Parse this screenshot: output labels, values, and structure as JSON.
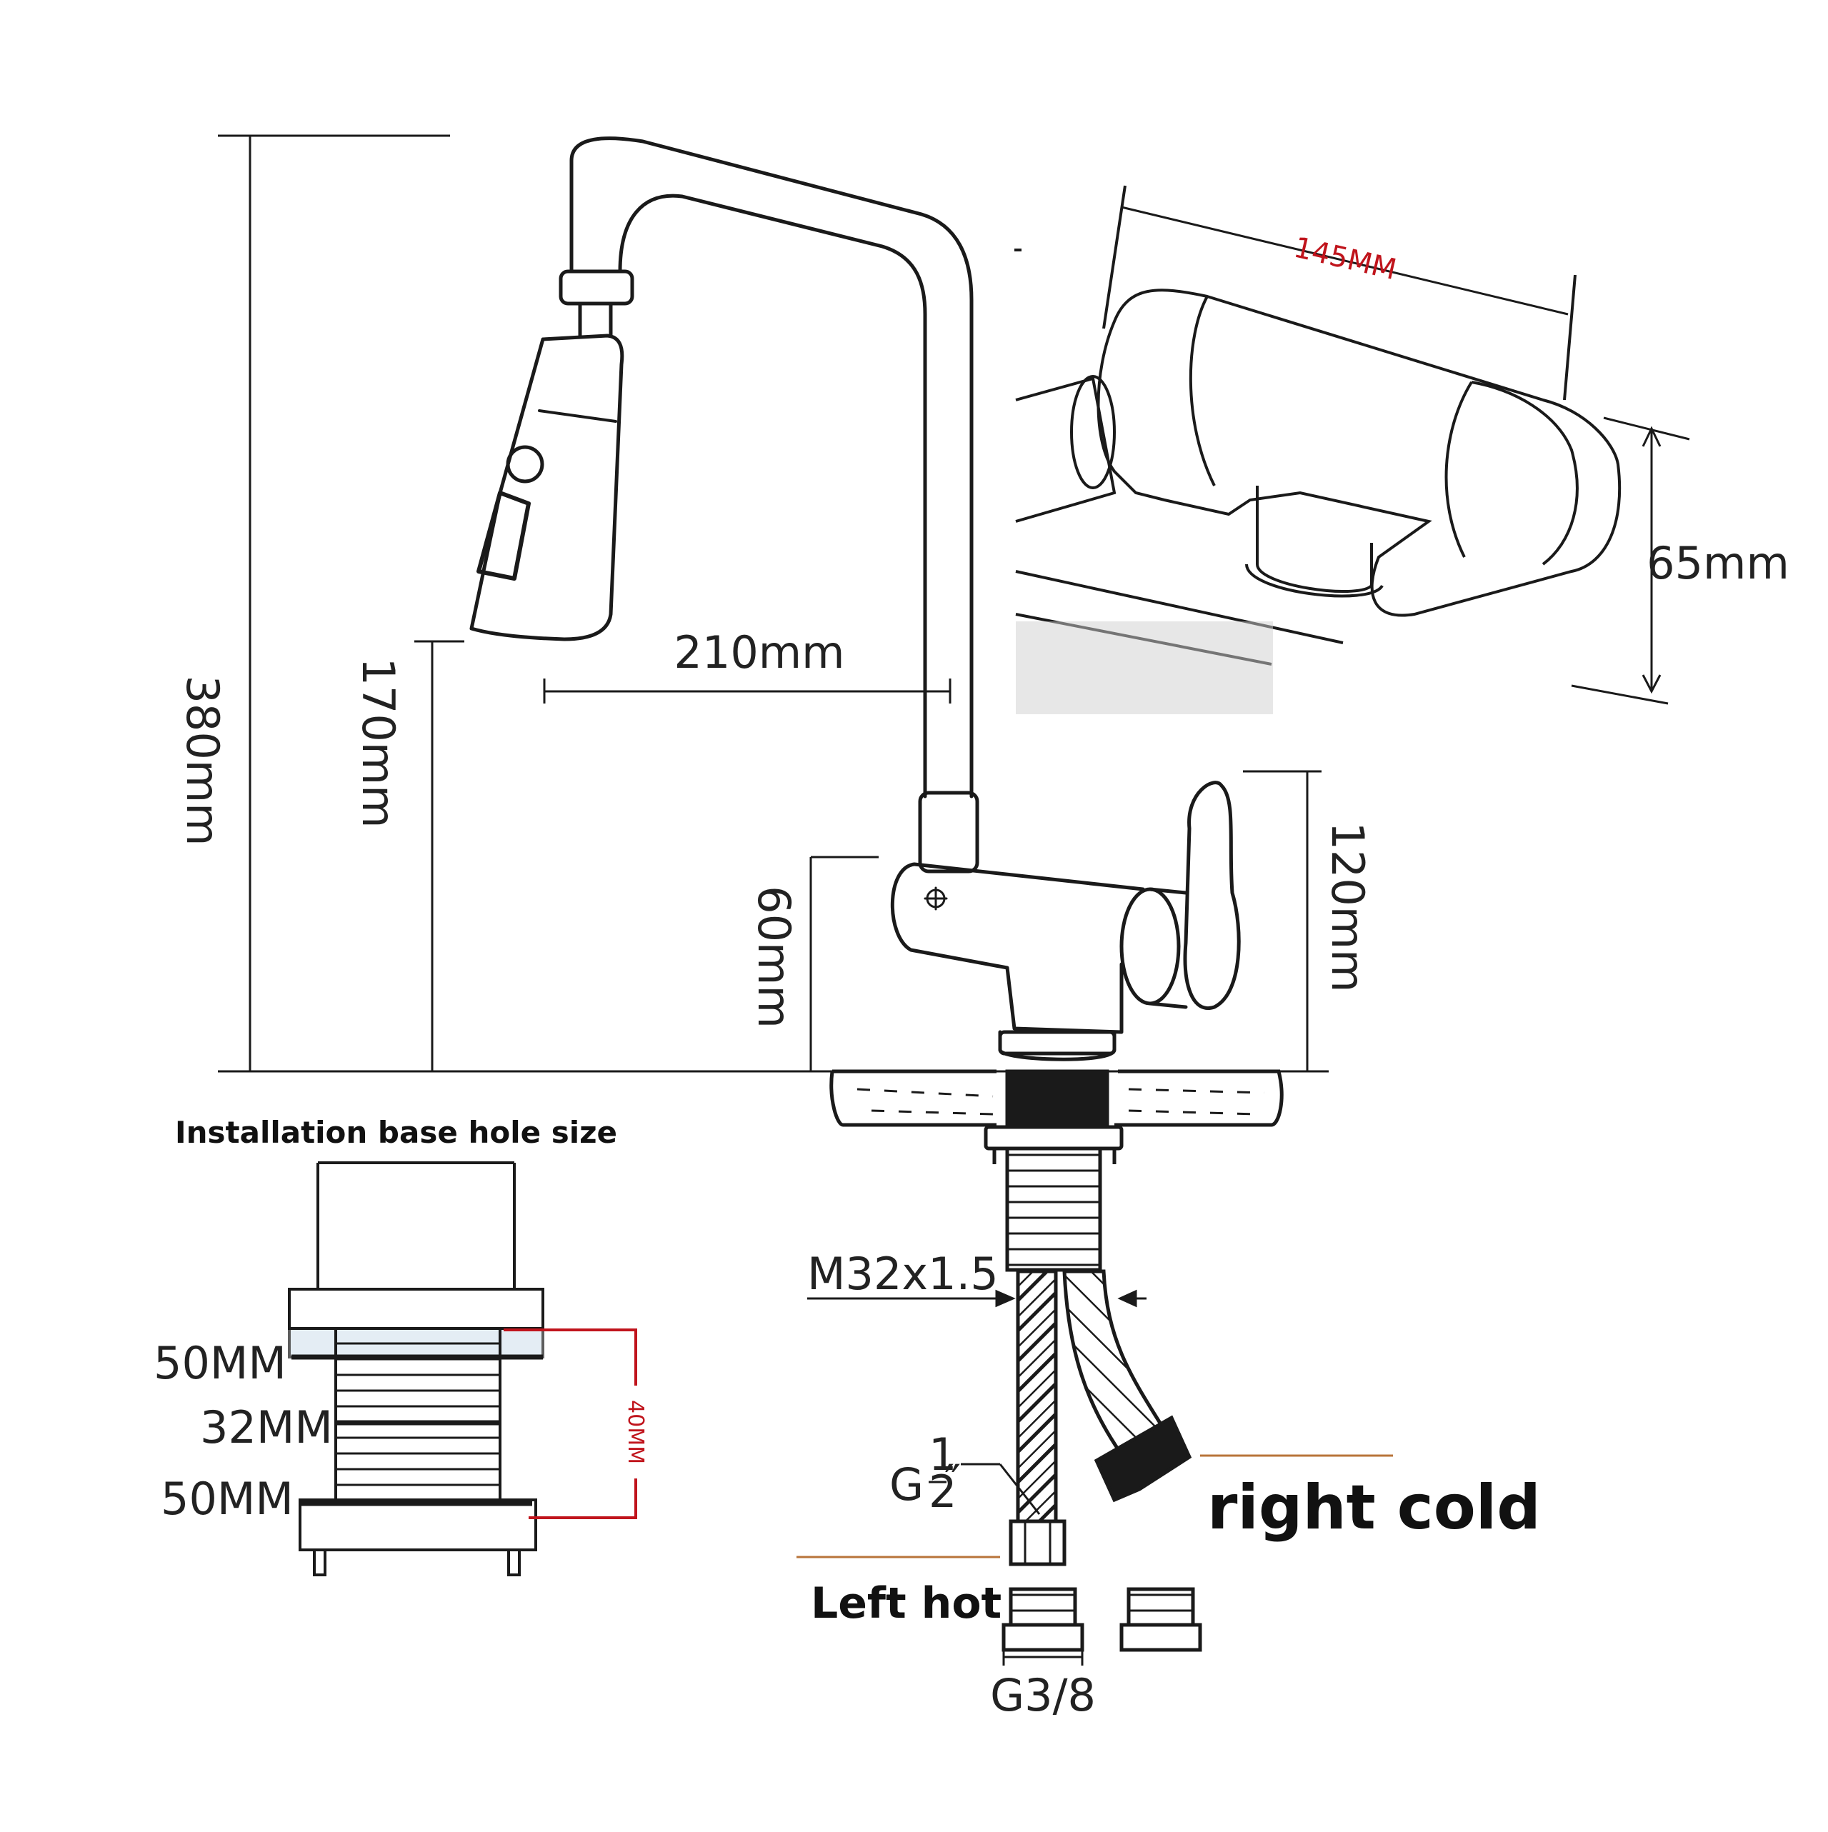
{
  "colors": {
    "line": "#1a1a1a",
    "accent_red": "#c0141c",
    "accent_orange": "#b8743a",
    "base_fill": "#2a2a2a"
  },
  "dimensions": {
    "total_height": "380mm",
    "spout_height": "170mm",
    "reach": "210mm",
    "body_height": "60mm",
    "handle_height": "120mm",
    "body_length": "145MM",
    "body_depth": "65mm"
  },
  "installation": {
    "title": "Installation base hole size",
    "top_width": "50MM",
    "thread_diameter": "32MM",
    "bottom_width": "50MM",
    "thread_length": "40MM"
  },
  "fittings": {
    "thread": "M32x1.5",
    "hose_thread_main": "G",
    "hose_thread_num": "1",
    "hose_thread_den": "2",
    "hose_thread_mark": "″",
    "hose_end_thread": "G3/8",
    "left_label": "Left hot",
    "right_label": "right cold"
  }
}
